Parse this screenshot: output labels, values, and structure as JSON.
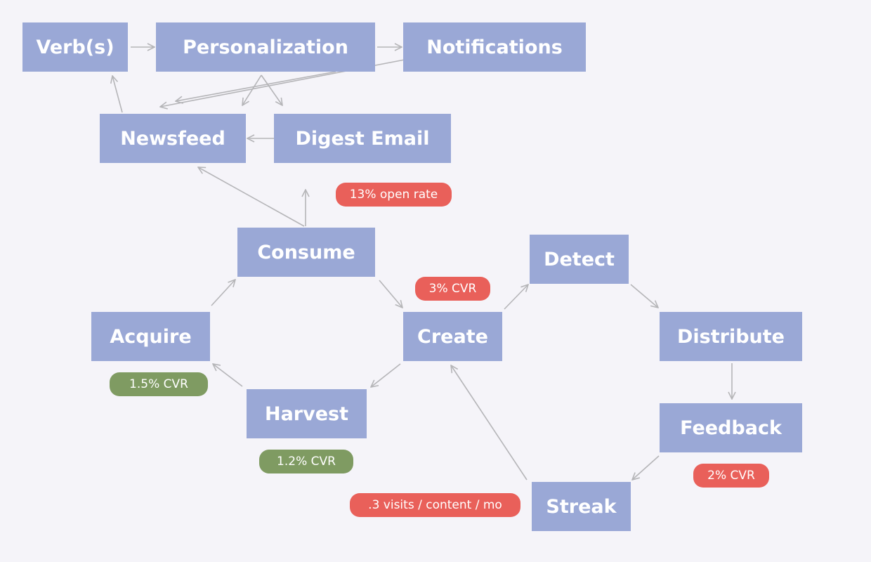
{
  "colors": {
    "background": "#f5f4f9",
    "node": "#9aa8d6",
    "node_text": "#ffffff",
    "edge": "#b5b5b8",
    "badge_red": "#e9605a",
    "badge_green": "#7f9b62"
  },
  "nodes": {
    "verbs": "Verb(s)",
    "personalization": "Personalization",
    "notifications": "Notifications",
    "newsfeed": "Newsfeed",
    "digest_email": "Digest Email",
    "consume": "Consume",
    "detect": "Detect",
    "acquire": "Acquire",
    "create": "Create",
    "distribute": "Distribute",
    "harvest": "Harvest",
    "feedback": "Feedback",
    "streak": "Streak"
  },
  "badges": {
    "open_rate": "13% open rate",
    "create_cvr": "3% CVR",
    "acquire_cvr": "1.5% CVR",
    "harvest_cvr": "1.2% CVR",
    "feedback_cvr": "2% CVR",
    "streak_visits": ".3 visits / content / mo"
  },
  "edges": [
    {
      "from": "verbs",
      "to": "personalization"
    },
    {
      "from": "personalization",
      "to": "notifications"
    },
    {
      "from": "notifications",
      "to": "newsfeed"
    },
    {
      "from": "personalization",
      "to": "newsfeed"
    },
    {
      "from": "personalization",
      "to": "digest_email"
    },
    {
      "from": "newsfeed",
      "to": "verbs"
    },
    {
      "from": "digest_email",
      "to": "newsfeed"
    },
    {
      "from": "consume",
      "to": "newsfeed"
    },
    {
      "from": "consume",
      "to": "digest_email"
    },
    {
      "from": "acquire",
      "to": "consume"
    },
    {
      "from": "consume",
      "to": "create"
    },
    {
      "from": "create",
      "to": "detect"
    },
    {
      "from": "detect",
      "to": "distribute"
    },
    {
      "from": "distribute",
      "to": "feedback"
    },
    {
      "from": "feedback",
      "to": "streak"
    },
    {
      "from": "streak",
      "to": "create"
    },
    {
      "from": "create",
      "to": "harvest"
    },
    {
      "from": "harvest",
      "to": "acquire"
    }
  ]
}
